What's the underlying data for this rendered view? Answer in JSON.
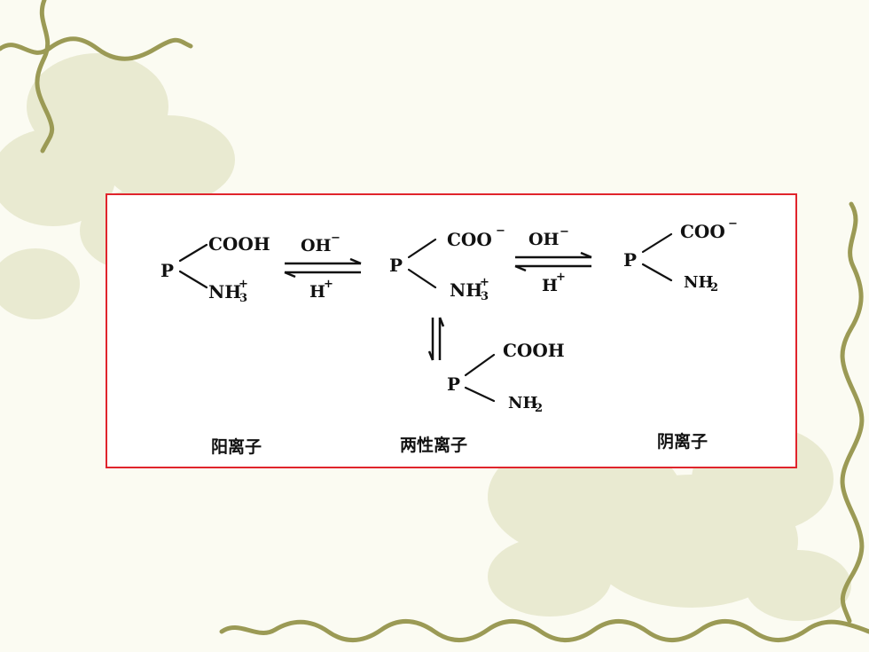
{
  "diagram": {
    "cation": {
      "p": "P",
      "group_top": "COOH",
      "group_bottom_main": "NH",
      "group_bottom_sup": "+",
      "group_bottom_sub": "3"
    },
    "arrow1": {
      "top_label": "OH",
      "top_sup": "−",
      "bottom_label": "H",
      "bottom_sup": "+"
    },
    "zwitterion": {
      "p": "P",
      "group_top": "COO",
      "group_top_sup": "−",
      "group_bottom_main": "NH",
      "group_bottom_sup": "+",
      "group_bottom_sub": "3"
    },
    "arrow2": {
      "top_label": "OH",
      "top_sup": "−",
      "bottom_label": "H",
      "bottom_sup": "+"
    },
    "anion": {
      "p": "P",
      "group_top": "COO",
      "group_top_sup": "−",
      "group_bottom_main": "NH",
      "group_bottom_sub": "2"
    },
    "neutral": {
      "p": "P",
      "group_top": "COOH",
      "group_bottom_main": "NH",
      "group_bottom_sub": "2"
    },
    "captions": {
      "cation": "阳离子",
      "zwitterion": "两性离子",
      "anion": "阴离子"
    }
  },
  "colors": {
    "frame": "#e0242c",
    "decor": "#9b9a55"
  }
}
